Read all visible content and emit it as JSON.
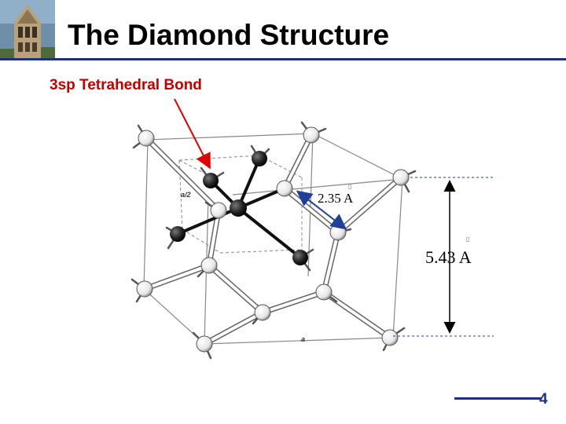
{
  "header": {
    "title": "The Diamond Structure",
    "logo_icon": "bell-tower-logo"
  },
  "callout": {
    "label": "3sp Tetrahedral Bond",
    "color": "#c00000"
  },
  "figure": {
    "label_half_cell": "a/2",
    "label_cell": "a",
    "bond_length_label": "2.35 A",
    "lattice_constant_label": "5.43 A",
    "angstrom_mark": "▯"
  },
  "footer": {
    "page_number": "4"
  },
  "colors": {
    "accent": "#1f2f85",
    "callout": "#c00000"
  }
}
